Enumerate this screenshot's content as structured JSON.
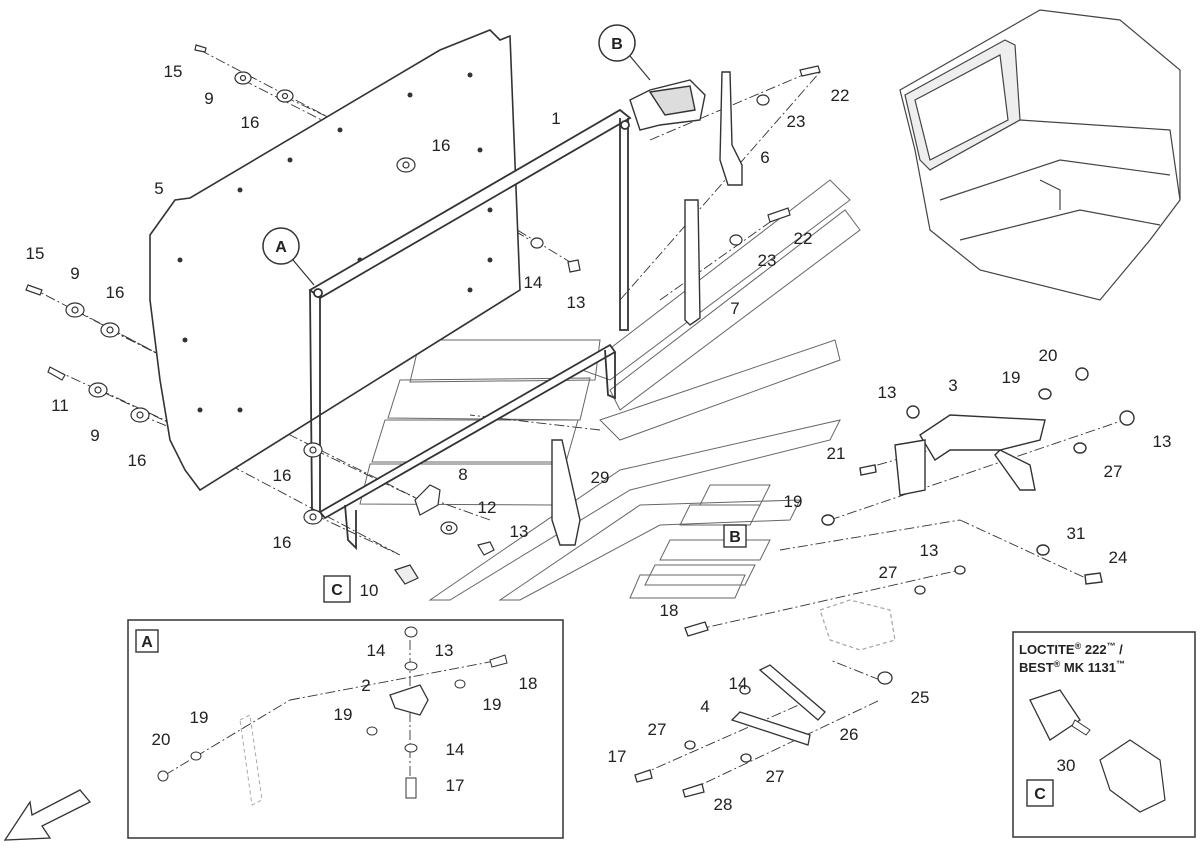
{
  "callouts": [
    "15",
    "9",
    "16",
    "16",
    "5",
    "15",
    "9",
    "16",
    "11",
    "9",
    "16",
    "16",
    "16",
    "1",
    "22",
    "23",
    "6",
    "22",
    "23",
    "7",
    "14",
    "13",
    "8",
    "12",
    "13",
    "29",
    "10",
    "20",
    "19",
    "3",
    "13",
    "21",
    "13",
    "27",
    "19",
    "31",
    "24",
    "13",
    "27",
    "18",
    "14",
    "13",
    "2",
    "18",
    "19",
    "19",
    "14",
    "17",
    "20",
    "19",
    "14",
    "4",
    "26",
    "27",
    "17",
    "27",
    "28",
    "25",
    "30"
  ],
  "circle_labels": {
    "a": "A",
    "b": "B"
  },
  "box_labels": {
    "a": "A",
    "b": "B",
    "c": "C",
    "c2": "C"
  },
  "loctite": {
    "line1": "LOCTITE",
    "tm1": "®",
    "line1b": " 222",
    "tm2": "™",
    "slash": " /",
    "line2": "BEST",
    "tm3": "®",
    "line2b": " MK 1131",
    "tm4": "™"
  }
}
